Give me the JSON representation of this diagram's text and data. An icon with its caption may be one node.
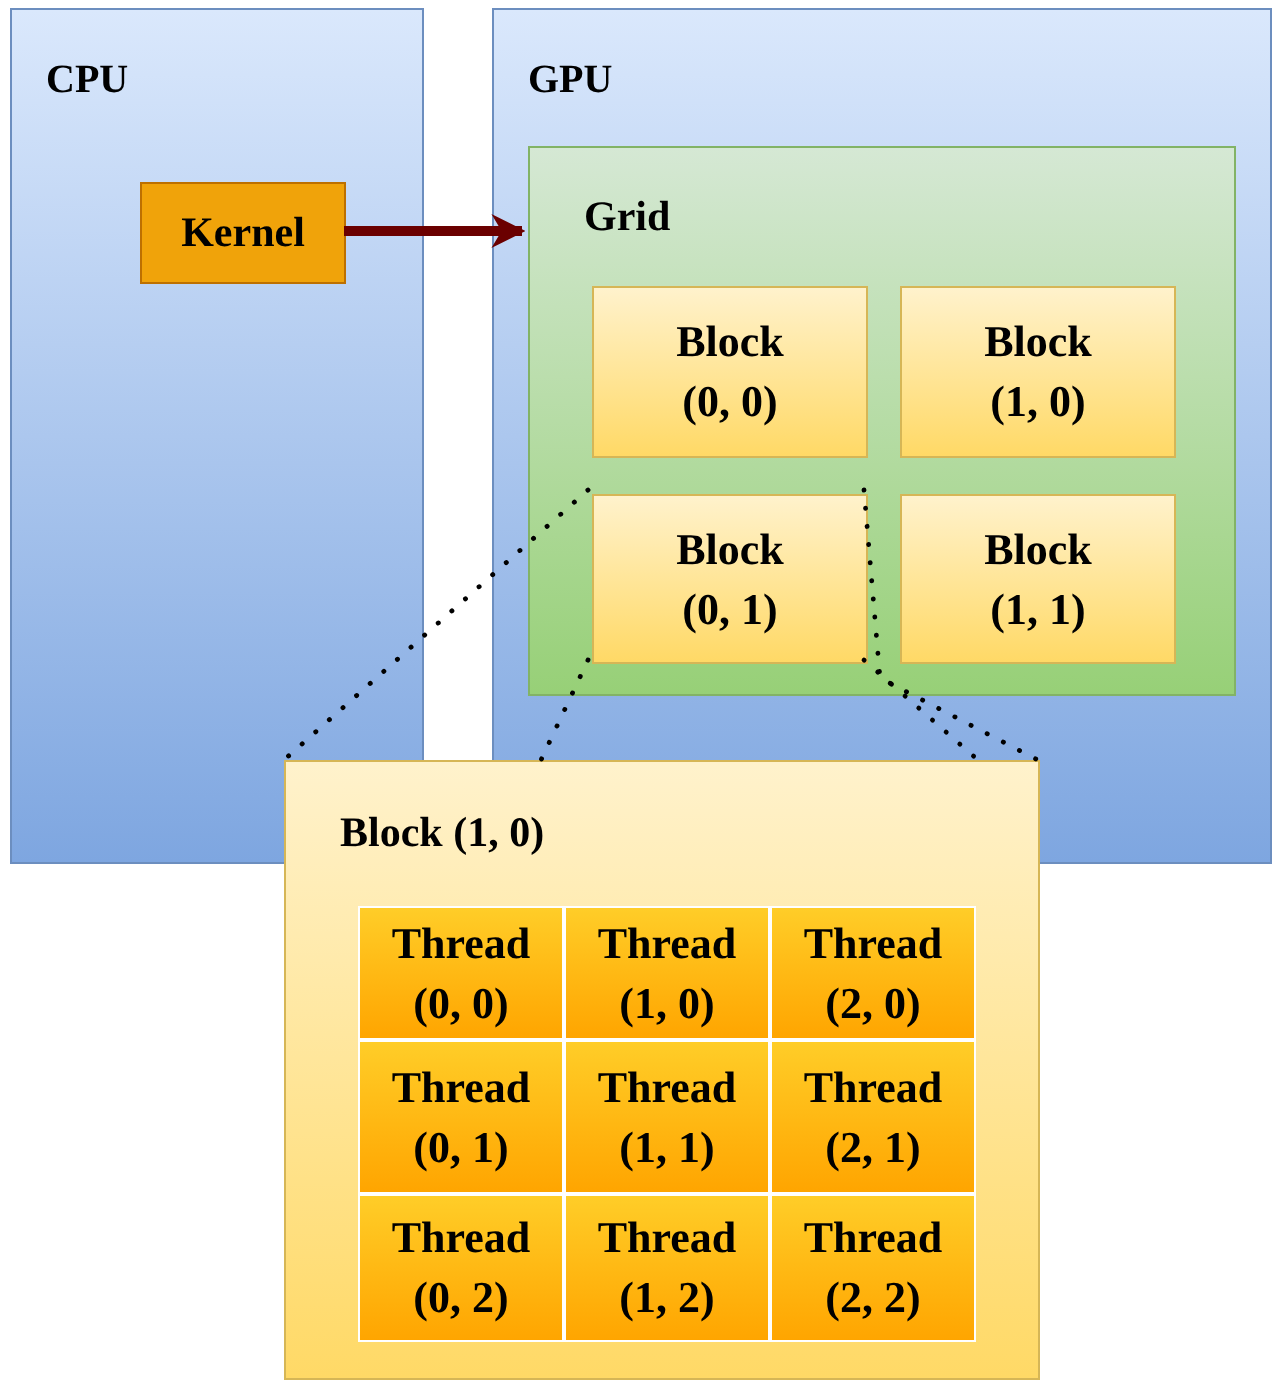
{
  "diagram": {
    "nodes": [
      {
        "text": [
          "CPU"
        ]
      },
      {
        "text": [
          "Kernel"
        ],
        "in": 0
      },
      {
        "text": [
          "GPU"
        ]
      },
      {
        "text": [
          "Grid"
        ],
        "in": 2
      },
      {
        "text": [
          "Block (0, 0)"
        ],
        "in": 3
      },
      {
        "text": [
          "Block (1, 0)"
        ],
        "in": 3
      },
      {
        "text": [
          "Block (0, 1)"
        ],
        "in": 3
      },
      {
        "text": [
          "Block (1, 1)"
        ],
        "in": 3
      },
      {
        "text": [
          "Block (1, 0)"
        ]
      },
      {
        "text": [
          "Thread (0, 0)"
        ],
        "in": 8
      },
      {
        "text": [
          "Thread (1, 0)"
        ],
        "in": 8
      },
      {
        "text": [
          "Thread (2, 0)"
        ],
        "in": 8
      },
      {
        "text": [
          "Thread (0, 1)"
        ],
        "in": 8
      },
      {
        "text": [
          "Thread (1, 1)"
        ],
        "in": 8
      },
      {
        "text": [
          "Thread (2, 1)"
        ],
        "in": 8
      },
      {
        "text": [
          "Thread (0, 2)"
        ],
        "in": 8
      },
      {
        "text": [
          "Thread (1, 2)"
        ],
        "in": 8
      },
      {
        "text": [
          "Thread (2, 2)"
        ],
        "in": 8
      }
    ],
    "edges": [
      {
        "from": 1,
        "to": 3,
        "arrow": "to",
        "style": "thick",
        "color": "#6b0000"
      },
      {
        "from": 6,
        "to": 8,
        "arrow": "none",
        "style": "dashed"
      },
      {
        "from": 6,
        "to": 8,
        "arrow": "none",
        "style": "dashed"
      },
      {
        "from": 6,
        "to": 8,
        "arrow": "none",
        "style": "dashed"
      },
      {
        "from": 6,
        "to": 8,
        "arrow": "none",
        "style": "dashed"
      }
    ]
  }
}
